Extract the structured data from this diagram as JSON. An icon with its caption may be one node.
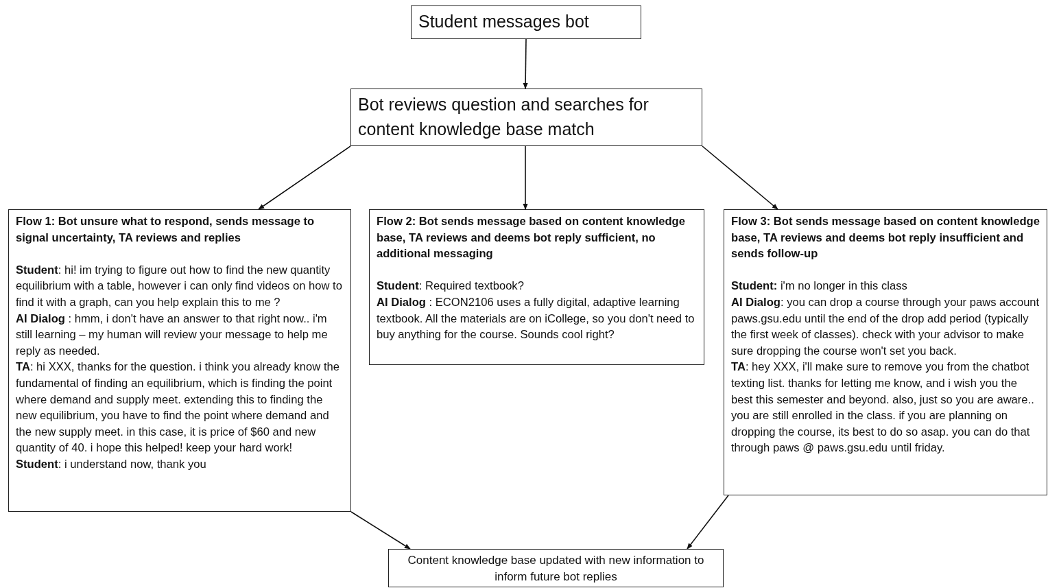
{
  "diagram": {
    "nodes": [
      {
        "text": [
          "Student messages bot"
        ]
      },
      {
        "text": [
          "Bot reviews question and searches for content knowledge base match"
        ]
      },
      {
        "text": [
          "Flow 1: Bot unsure what to respond, sends message to signal uncertainty, TA reviews and replies",
          "**Student**: hi! im trying to figure out how to find the new quantity equilibrium with a table, however i can only find videos on how to find it with a graph, can you help explain this to me ?",
          "**AI Dialog** : hmm, i don't have an answer to that right now.. i'm still learning – my human will review your message to help me reply as needed.",
          "**TA**: hi XXX, thanks for the question. i think you already know the fundamental of finding an equilibrium, which is finding the point where demand and supply meet. extending this to finding the new equilibrium, you have to find the point where demand and the new supply meet. in this case, it is price of $60 and new quantity of 40. i hope this helped! keep your hard work!",
          "**Student**: i understand now, thank you"
        ]
      },
      {
        "text": [
          "Flow 2: Bot sends message based on content knowledge base, TA reviews and deems bot reply sufficient, no additional messaging",
          "**Student**: Required textbook?",
          "**AI Dialog** : ECON2106 uses a fully digital, adaptive learning textbook. All the materials are on iCollege, so you don't need to buy anything for the course. Sounds cool right?"
        ]
      },
      {
        "text": [
          "Flow 3: Bot sends message based on content knowledge base, TA reviews and deems bot reply insufficient and sends follow-up",
          "**Student:** i'm no longer in this class",
          "**AI Dialog**: you can drop a course through your paws account paws.gsu.edu until the end of the drop add period (typically the first week of classes).  check with your advisor to make sure dropping the course won't set you back.",
          "**TA**: hey XXX, i'll make sure to remove you from the chatbot texting list. thanks for letting me know, and i wish you the best this semester and beyond. also, just so you are aware.. you are still enrolled in the class. if you are planning on dropping the course, its best to do so asap. you can do that through paws @ paws.gsu.edu until friday."
        ]
      },
      {
        "text": [
          "Content knowledge base updated with new information to inform future bot replies"
        ]
      }
    ],
    "edges": [
      {
        "from": 0,
        "to": 1,
        "arrow": "to"
      },
      {
        "from": 1,
        "to": 2,
        "arrow": "to"
      },
      {
        "from": 1,
        "to": 3,
        "arrow": "to"
      },
      {
        "from": 1,
        "to": 4,
        "arrow": "to"
      },
      {
        "from": 2,
        "to": 5,
        "arrow": "to"
      },
      {
        "from": 4,
        "to": 5,
        "arrow": "to"
      }
    ]
  }
}
